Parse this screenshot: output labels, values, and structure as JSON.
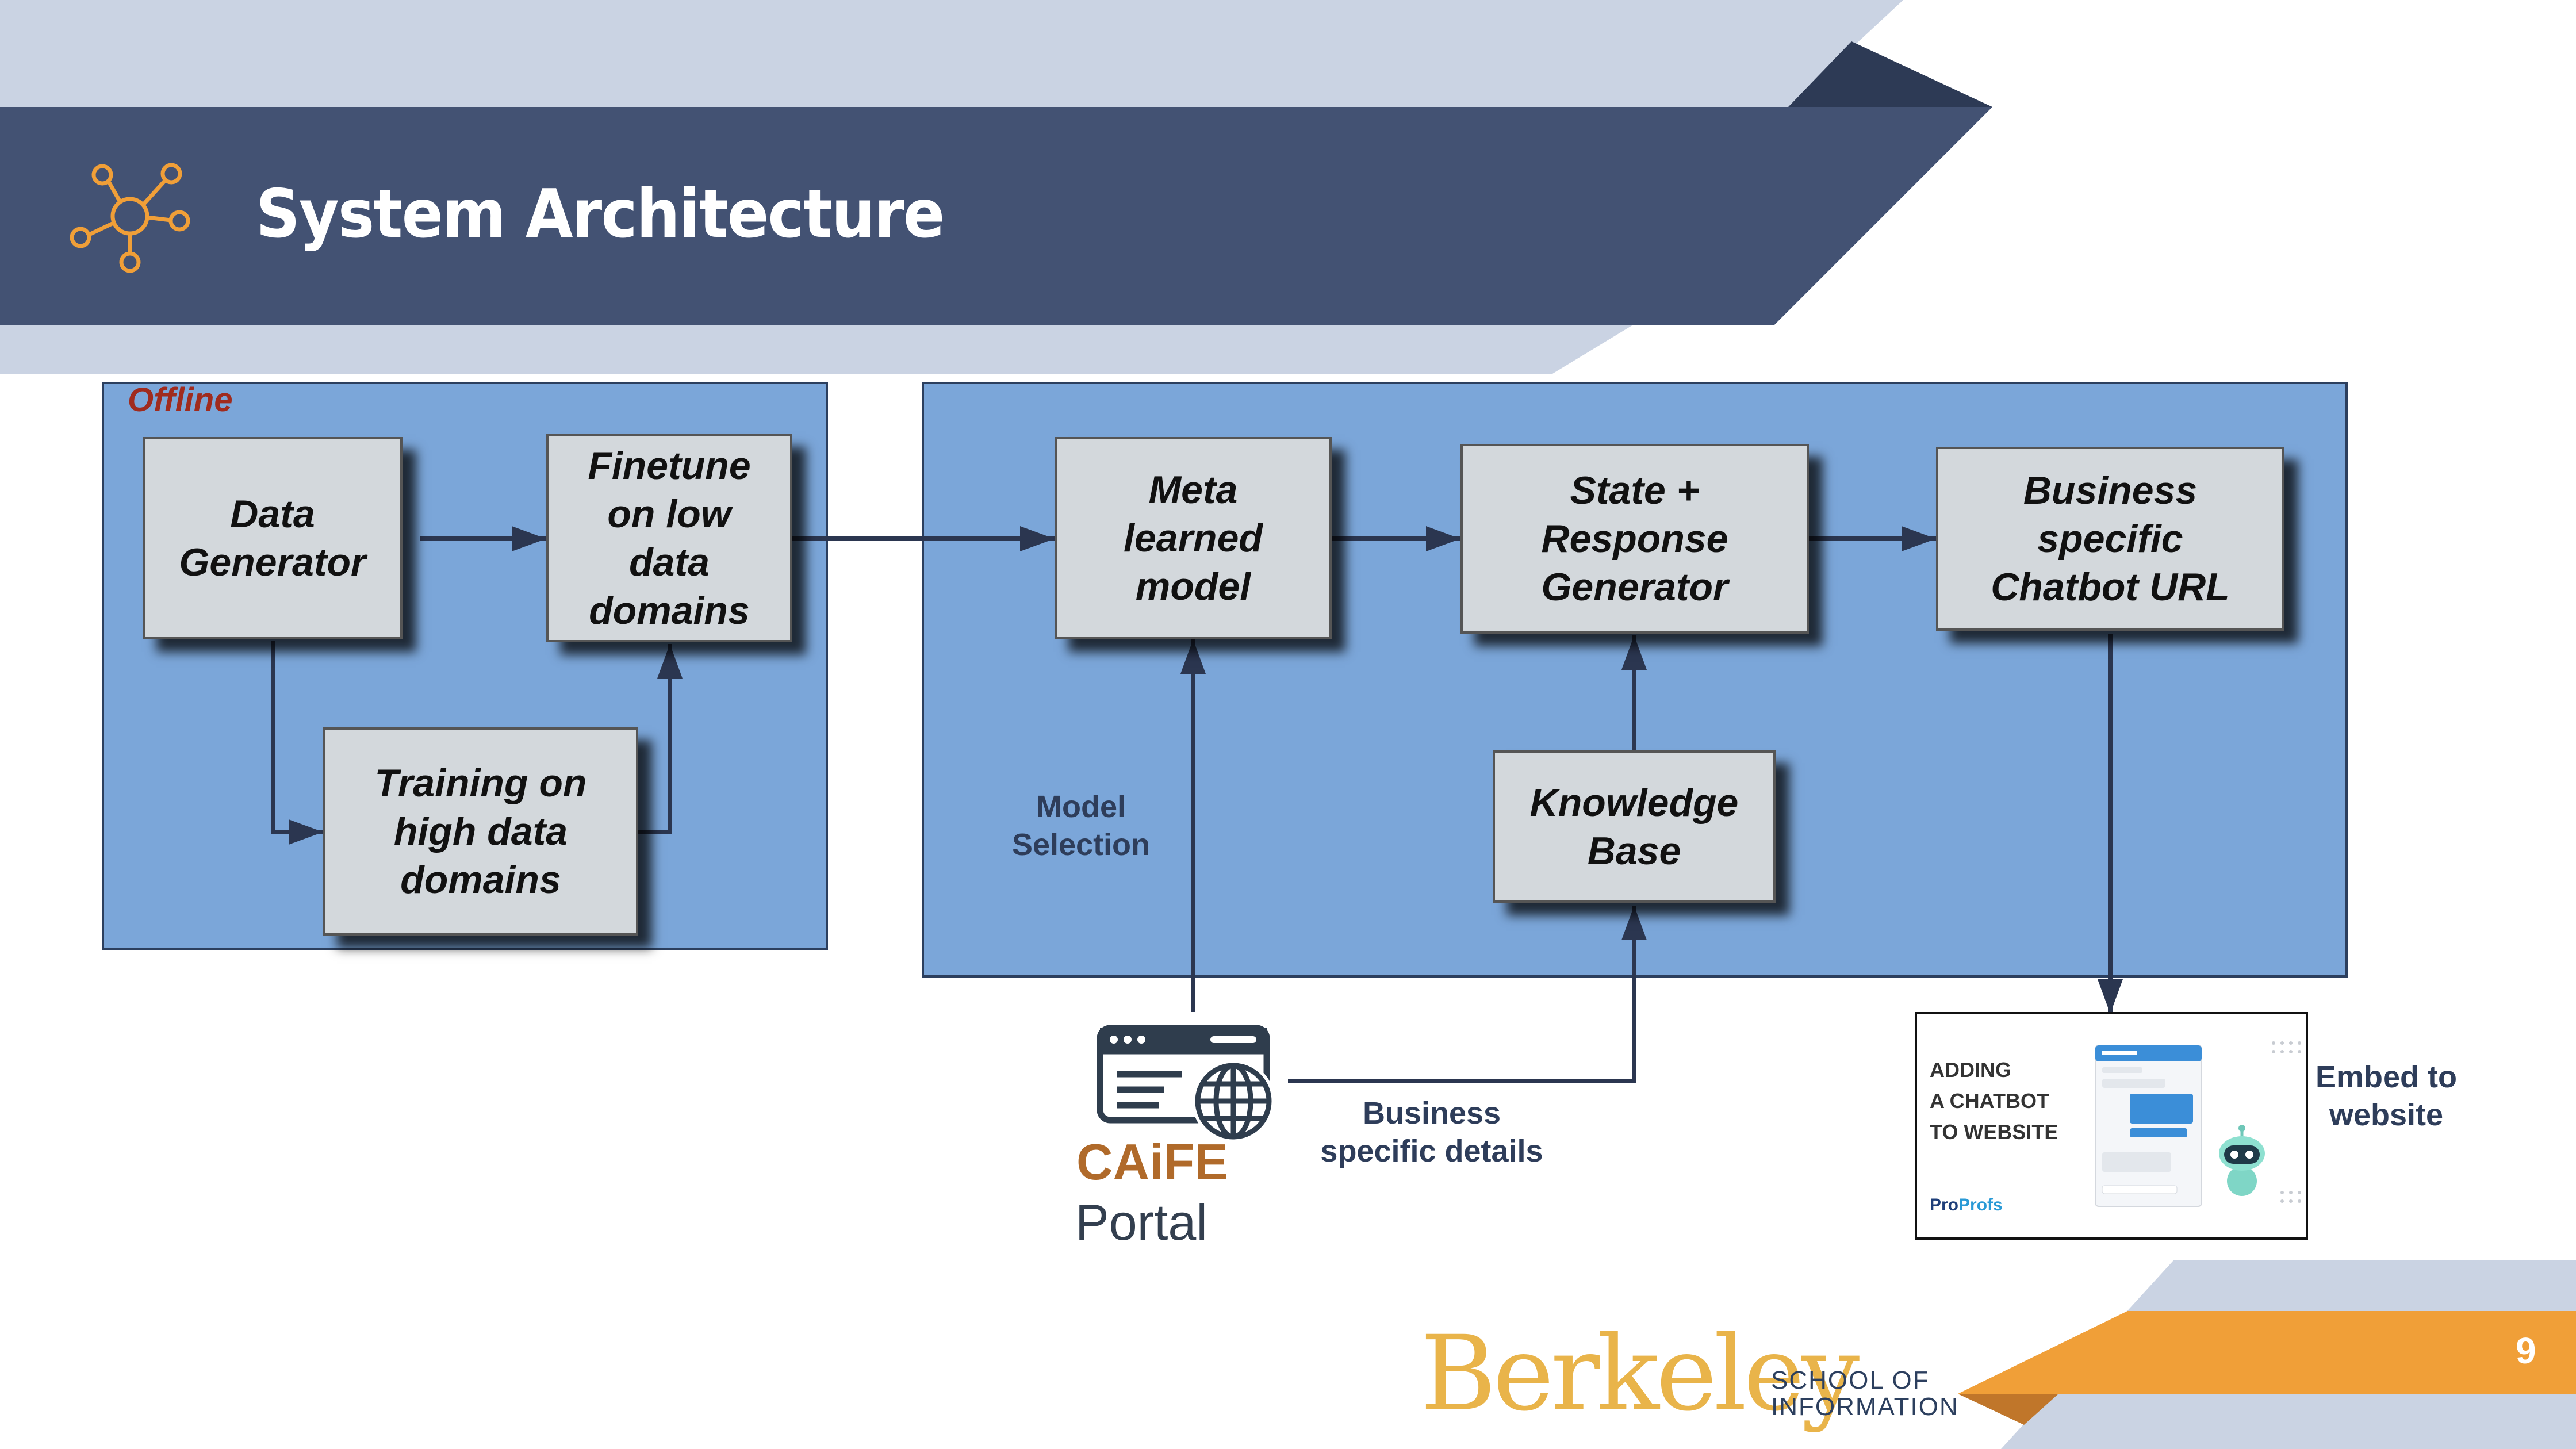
{
  "slide": {
    "title": "System Architecture",
    "page_number": "9"
  },
  "offline_label": "Offline",
  "boxes": {
    "data_generator": "Data\nGenerator",
    "finetune": "Finetune\non low\ndata\ndomains",
    "training": "Training on\nhigh data\ndomains",
    "meta_model": "Meta\nlearned\nmodel",
    "state_response": "State +\nResponse\nGenerator",
    "chatbot_url": "Business\nspecific\nChatbot URL",
    "knowledge_base": "Knowledge\nBase"
  },
  "labels": {
    "model_selection": "Model\nSelection",
    "business_details": "Business\nspecific details",
    "embed": "Embed to\nwebsite"
  },
  "portal": {
    "brand": "CAiFE",
    "name": "Portal"
  },
  "thumbnail": {
    "text": "ADDING\nA CHATBOT\nTO WEBSITE",
    "logo_part1": "Pro",
    "logo_part2": "Profs"
  },
  "footer": {
    "berkeley": "Berkeley",
    "school": "SCHOOL OF\nINFORMATION"
  },
  "colors": {
    "banner": "#435273",
    "accent": "#f09f38",
    "region": "#7ba6d9",
    "box": "#d3d8dc"
  },
  "icons": [
    "network-hub-icon",
    "web-portal-globe-icon",
    "chatbot-robot-icon"
  ]
}
